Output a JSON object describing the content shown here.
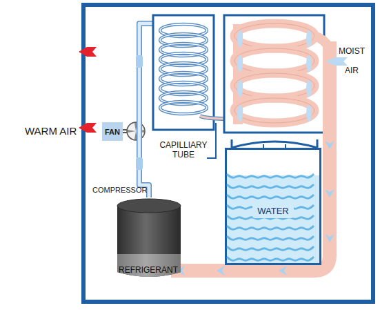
{
  "diagram": {
    "nodes": [
      {
        "text": [
          "FAN"
        ]
      },
      {
        "text": [
          "COMPRESSOR",
          "REFRIGERANT"
        ]
      },
      {
        "text": [
          "WATER"
        ]
      }
    ],
    "labels": [
      "WARM AIR",
      "MOIST AIR",
      "CAPILLIARY TUBE"
    ]
  }
}
